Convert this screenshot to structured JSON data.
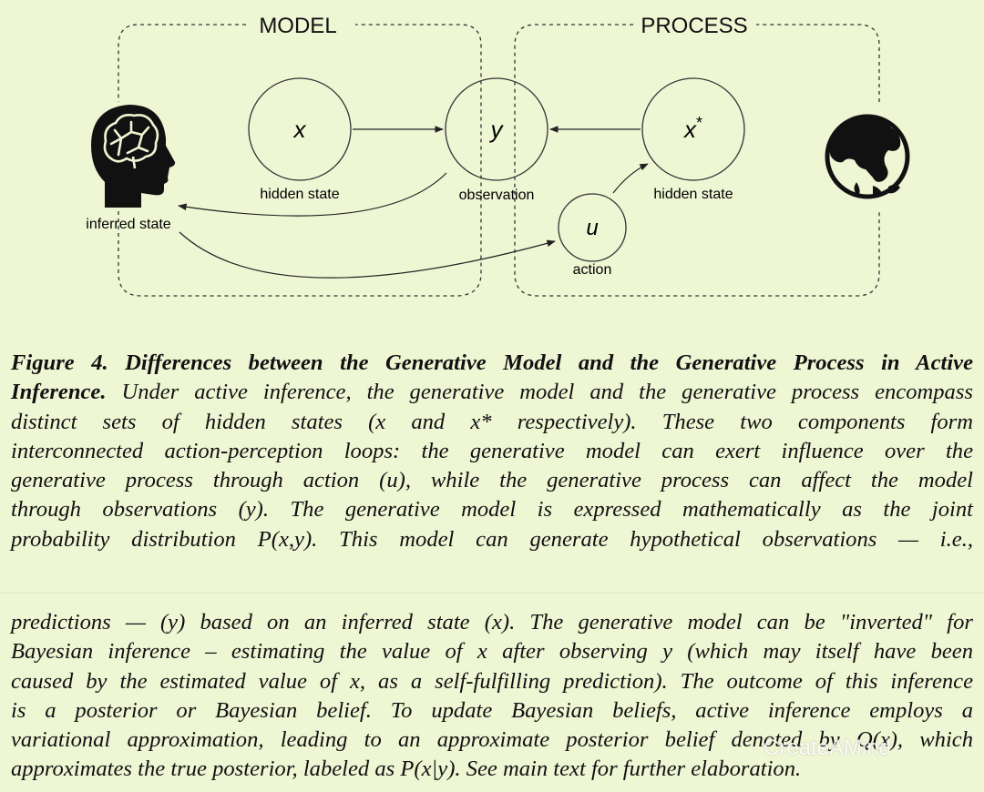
{
  "diagram": {
    "model_label": "MODEL",
    "process_label": "PROCESS",
    "nodes": {
      "x": {
        "symbol": "x",
        "caption": "hidden state"
      },
      "y": {
        "symbol": "y",
        "caption": "observation"
      },
      "xstar": {
        "symbol": "x",
        "sup": "*",
        "caption": "hidden state"
      },
      "u": {
        "symbol": "u",
        "caption": "action"
      }
    },
    "inferred_state_label": "inferred state",
    "icons": [
      "head-brain-icon",
      "globe-icon"
    ]
  },
  "caption_part1": {
    "lines": [
      "Figure 4. Differences between the Generative Model and the Generative Process in Active",
      "Under active inference, the generative model and the generative process encompass",
      "distinct sets of hidden states (x and x* respectively). These two components form",
      "interconnected action-perception loops: the generative model can exert influence over the",
      "generative process through action (u), while the generative process can affect the model",
      "through observations (y). The generative model is expressed mathematically as the joint",
      "probability distribution P(x,y). This model can generate hypothetical observations — i.e.,"
    ],
    "bold_line2_prefix": "Inference."
  },
  "caption_part2": {
    "lines": [
      "predictions — (y) based on an inferred state (x). The generative model can be \"inverted\" for",
      "Bayesian inference – estimating the value of x after observing y (which may itself have been",
      "caused by the estimated value of x, as a self-fulfilling prediction). The outcome of this inference",
      "is a posterior or Bayesian belief. To update Bayesian beliefs, active inference employs a",
      "variational approximation, leading to an approximate posterior belief denoted by Q(x), which",
      "approximates the true posterior, labeled as P(x|y). See main text for further elaboration."
    ]
  },
  "watermark": "CreateAMind"
}
